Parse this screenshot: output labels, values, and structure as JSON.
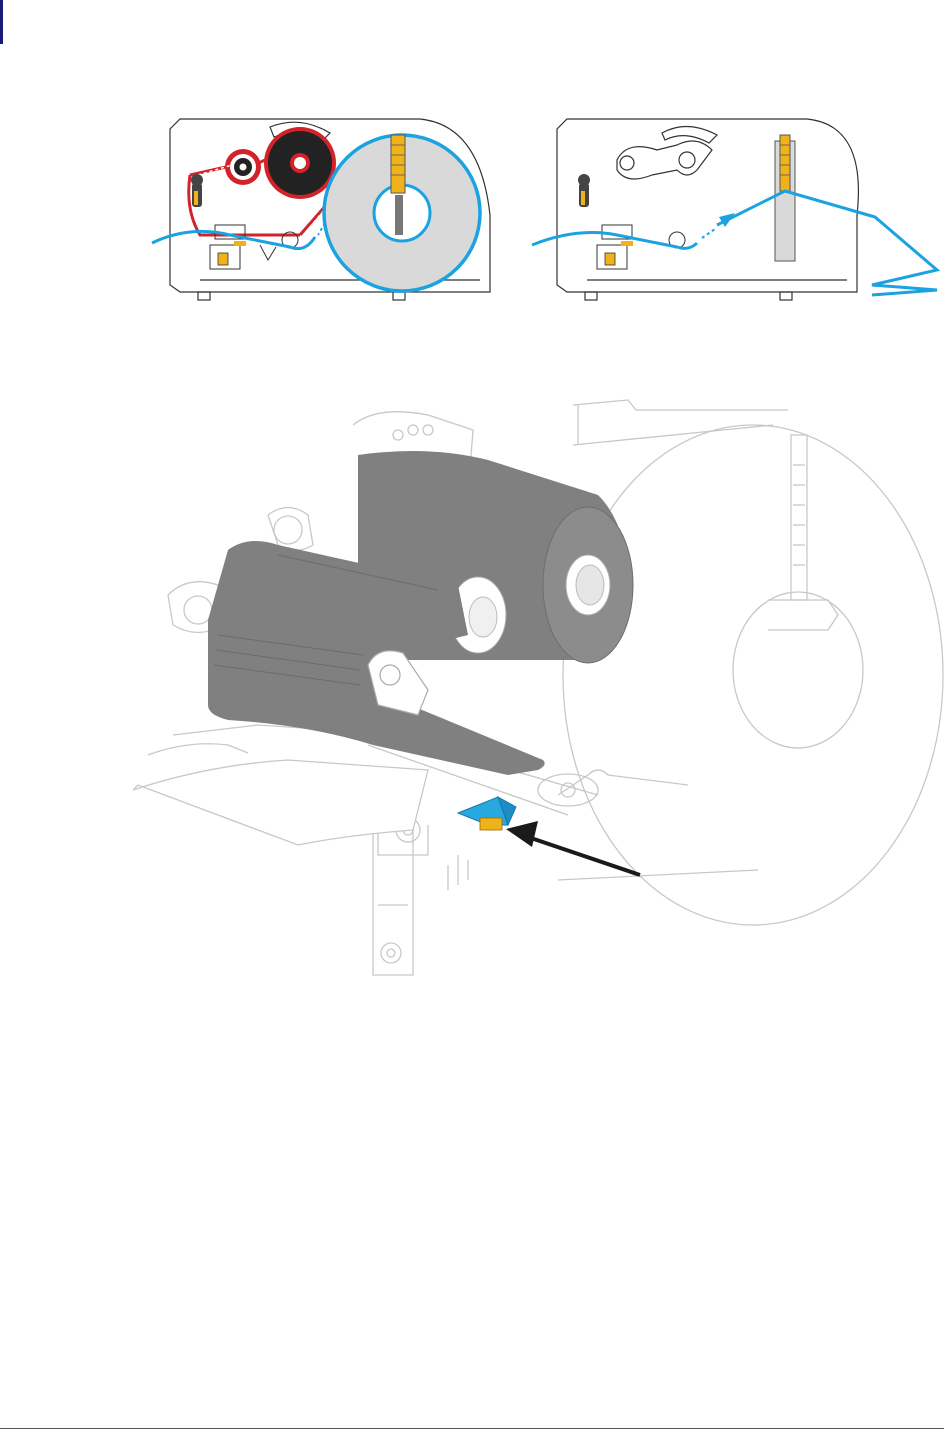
{
  "colors": {
    "media_path": "#1aa3e0",
    "ribbon_path": "#d2232a",
    "ribbon_fill": "#808080",
    "sensor_blue": "#29a8df",
    "sensor_yellow": "#f0b21b",
    "outline": "#c8c8c8",
    "arrow": "#1a1a1a"
  },
  "figures": {
    "top_left": "media-and-ribbon-path-diagram",
    "top_right": "fanfold-media-path-diagram",
    "main": "printer-media-sensor-illustration"
  },
  "icons": [
    "callout-arrow-icon"
  ]
}
